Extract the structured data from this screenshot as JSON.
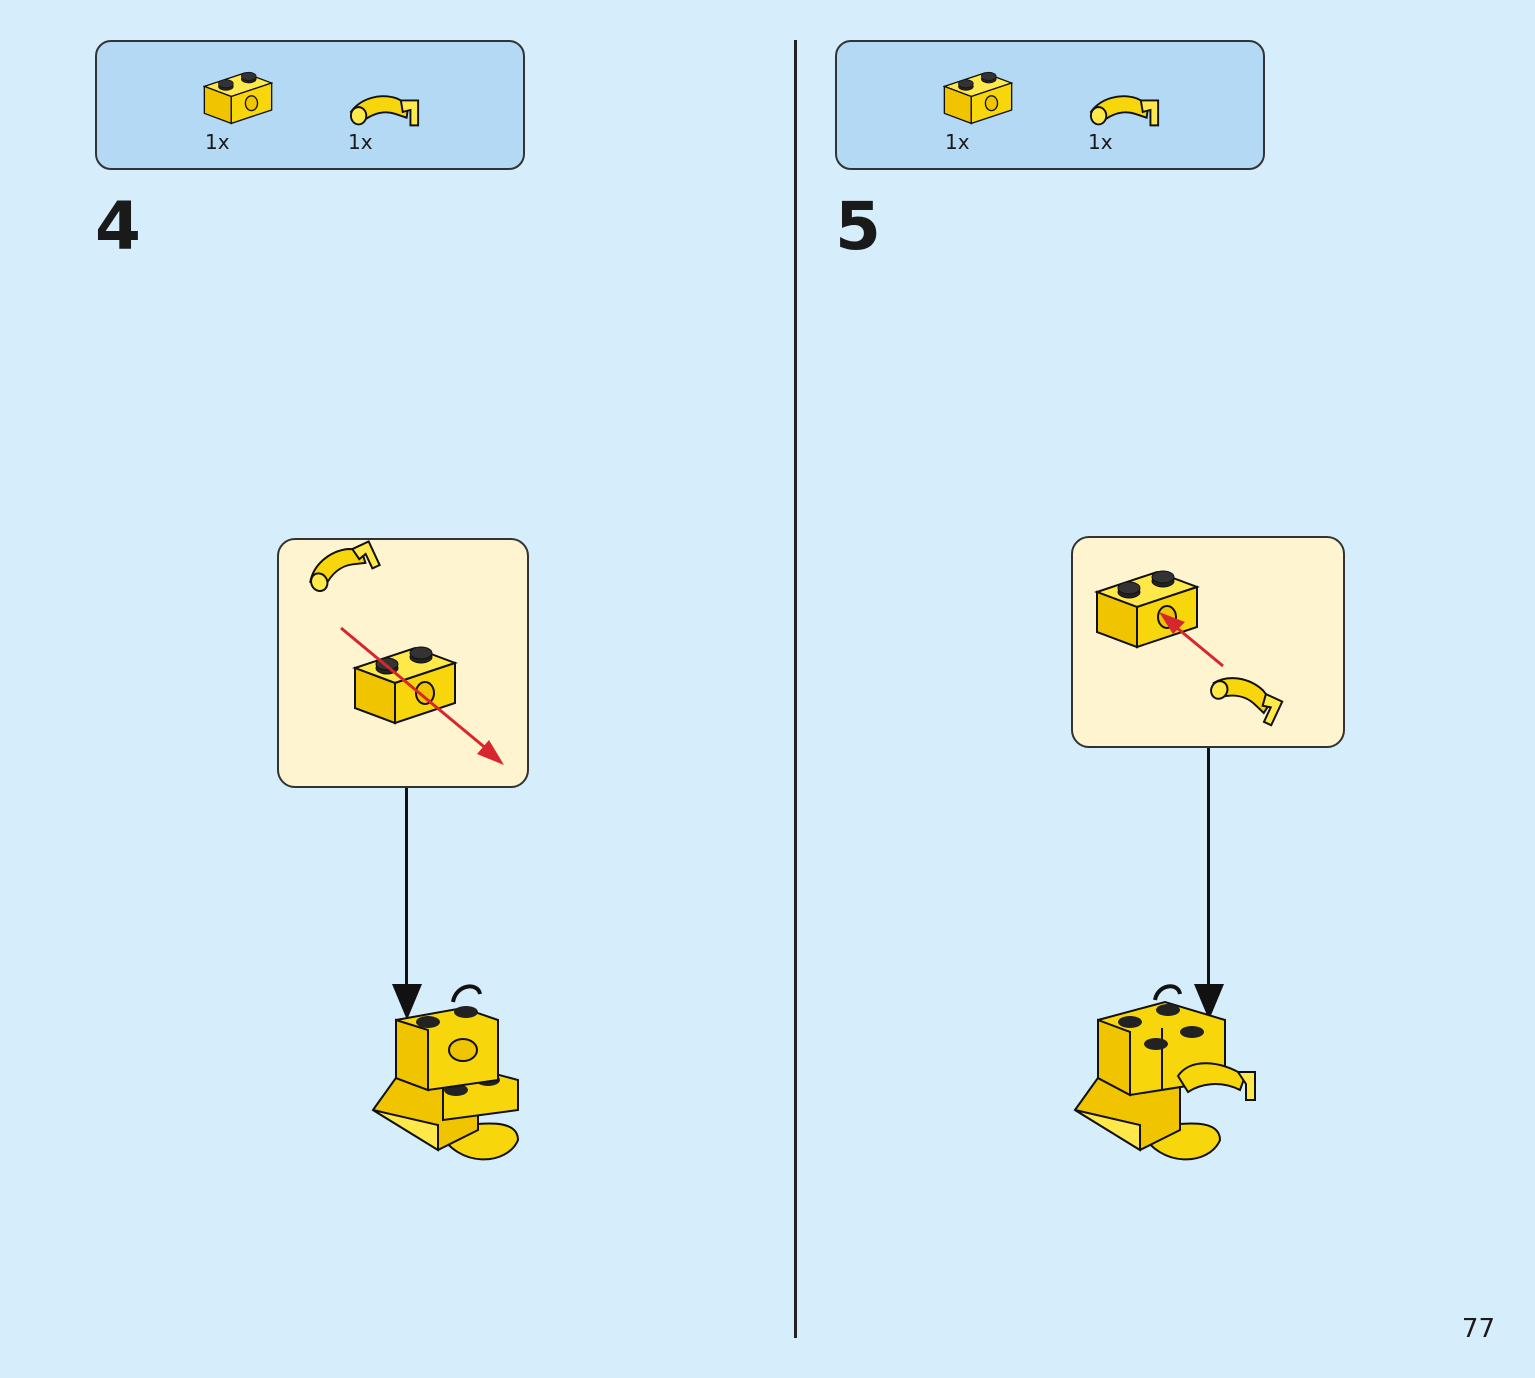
{
  "steps": [
    {
      "number": "4",
      "parts": [
        {
          "icon": "technic-brick-1x2-icon",
          "qty": "1x",
          "color": "#f7d60c"
        },
        {
          "icon": "bar-holder-clip-icon",
          "qty": "1x",
          "color": "#f7d60c"
        }
      ]
    },
    {
      "number": "5",
      "parts": [
        {
          "icon": "technic-brick-1x2-icon",
          "qty": "1x",
          "color": "#f7d60c"
        },
        {
          "icon": "bar-holder-clip-icon",
          "qty": "1x",
          "color": "#f7d60c"
        }
      ]
    }
  ],
  "colors": {
    "page_background": "#d6edfb",
    "parts_box": "#b4d9f5",
    "callout_background": "#fff4d0",
    "brick_yellow": "#f7d60c",
    "arrow_red": "#d8262e"
  },
  "page_number": "77"
}
